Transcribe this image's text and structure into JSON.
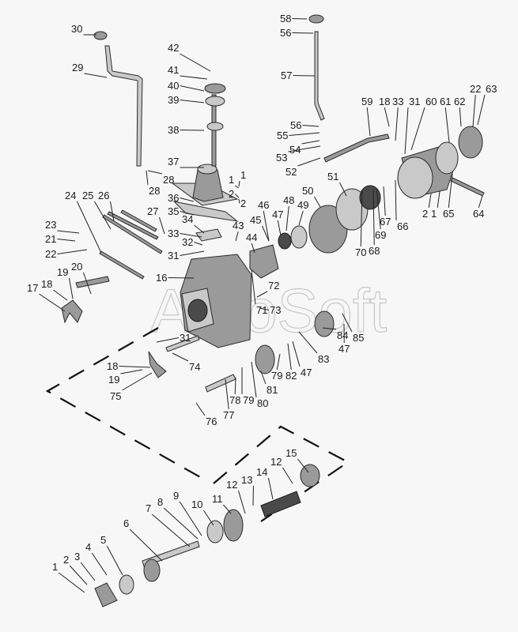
{
  "diagram": {
    "title": "Transmission gearbox exploded parts diagram",
    "watermark": "AutoSoft",
    "colors": {
      "background": "#f7f7f7",
      "line": "#222222",
      "part_fill": "#9a9a9a",
      "part_light": "#c9c9c9",
      "part_dark": "#4a4a4a",
      "watermark": "#c8c8c8"
    },
    "callouts": [
      "1",
      "2",
      "3",
      "4",
      "5",
      "6",
      "7",
      "8",
      "9",
      "10",
      "11",
      "12",
      "12",
      "13",
      "14",
      "15",
      "16",
      "17",
      "18",
      "19",
      "20",
      "21",
      "22",
      "23",
      "24",
      "25",
      "26",
      "27",
      "28",
      "29",
      "30",
      "31",
      "32",
      "33",
      "34",
      "35",
      "36",
      "37",
      "38",
      "39",
      "40",
      "41",
      "42",
      "43",
      "44",
      "45",
      "46",
      "47",
      "48",
      "49",
      "50",
      "51",
      "52",
      "53",
      "54",
      "55",
      "56",
      "56",
      "57",
      "58",
      "59",
      "18",
      "33",
      "31",
      "60",
      "61",
      "62",
      "22",
      "63",
      "2",
      "1",
      "65",
      "64",
      "66",
      "67",
      "69",
      "68",
      "70",
      "1",
      "2",
      "1",
      "2",
      "28",
      "71",
      "72",
      "73",
      "31",
      "18",
      "19",
      "75",
      "74",
      "76",
      "77",
      "78",
      "79",
      "80",
      "81",
      "79",
      "82",
      "47",
      "83",
      "84",
      "47",
      "85"
    ]
  }
}
